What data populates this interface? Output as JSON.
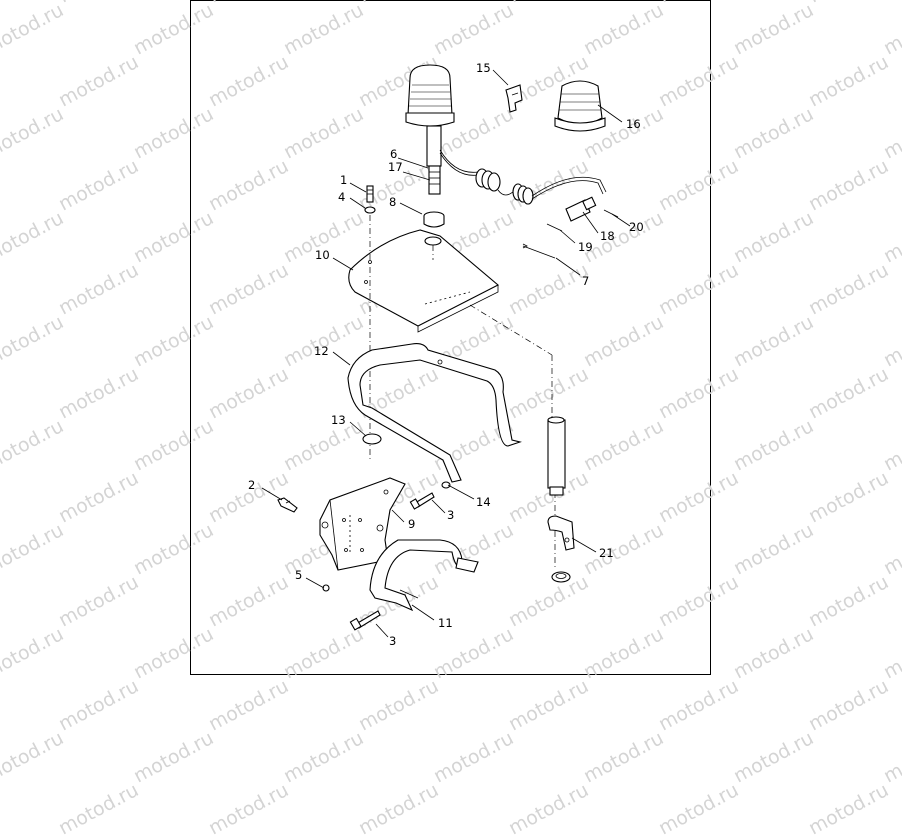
{
  "watermark": "motod.ru",
  "callouts": [
    "1",
    "2",
    "3",
    "3",
    "4",
    "5",
    "6",
    "7",
    "8",
    "9",
    "10",
    "11",
    "12",
    "13",
    "14",
    "15",
    "16",
    "17",
    "18",
    "19",
    "20",
    "21"
  ]
}
